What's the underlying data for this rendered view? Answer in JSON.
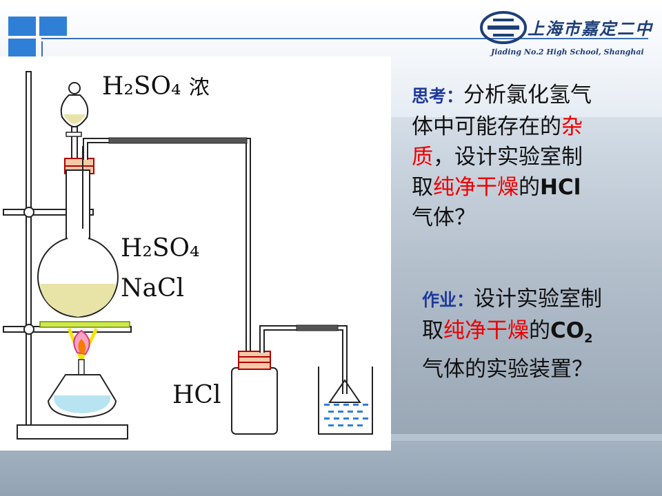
{
  "header": {
    "logo_text_cn": "上海市嘉定二中",
    "logo_text_en": "Jiading No.2 High School, Shanghai"
  },
  "apparatus_labels": {
    "acid_top": "H₂SO₄",
    "acid_top_suffix": "浓",
    "flask_line1": "H₂SO₄",
    "flask_line2": "NaCl",
    "gas_bottle": "HCl"
  },
  "question": {
    "keyword": "思考：",
    "part1": "分析氯化氢气体中可能存在的",
    "highlight1": "杂质",
    "part2": "，设计实验室制取",
    "highlight2": "纯净干燥",
    "part3": "的",
    "formula": "HCl",
    "part4": "气体？"
  },
  "homework": {
    "keyword": "作业：",
    "part1": "设计实验室制取",
    "highlight": "纯净干燥",
    "part2": "的",
    "formula": "CO",
    "formula_sub": "2",
    "part3": "气体的实验装置？"
  },
  "colors": {
    "accent_blue": "#3a6fb3",
    "keyword_blue": "#1f3a9a",
    "highlight_red": "#ee0000",
    "logo_blue": "#1e3f78"
  }
}
